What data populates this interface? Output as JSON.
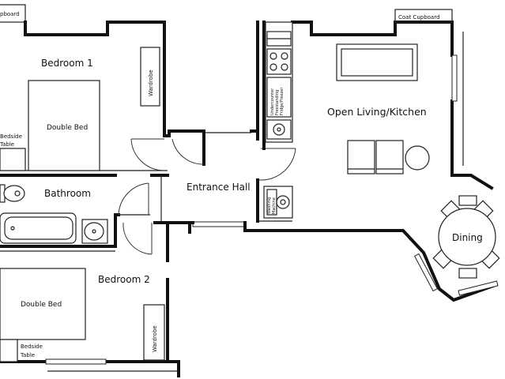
{
  "rooms": {
    "bedroom1": "Bedroom 1",
    "bedroom2": "Bedroom 2",
    "bathroom": "Bathroom",
    "entrance_hall": "Entrance Hall",
    "open_living_kitchen": "Open Living/Kitchen",
    "dining": "Dining"
  },
  "labels": {
    "cupboard_top_left": "pboard",
    "coat_cupboard": "Coat Cupboard",
    "wardrobe_1": "Wardrobe",
    "wardrobe_2": "Wardrobe",
    "double_bed_1": "Double Bed",
    "double_bed_2": "Double Bed",
    "bedside_table_1_line1": "Bedside",
    "bedside_table_1_line2": "Table",
    "bedside_table_2_line1": "Bedside",
    "bedside_table_2_line2": "Table",
    "undercounter_appliance_line1": "Undercounter",
    "undercounter_appliance_line2": "Freestanding",
    "undercounter_appliance_line3": "Fridge/Freezer",
    "washing_machine_line1": "Washing",
    "washing_machine_line2": "Machine"
  }
}
